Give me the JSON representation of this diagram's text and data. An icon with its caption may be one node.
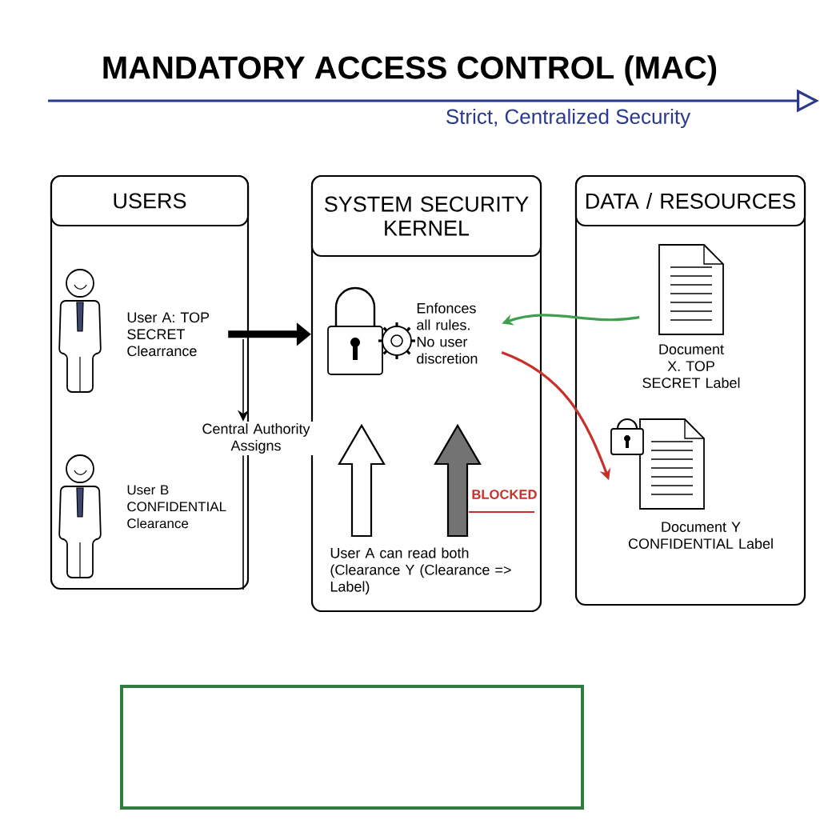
{
  "diagram": {
    "title": "MANDATORY ACCESS CONTROL (MAC)",
    "nodes": [
      {
        "text": [
          "USERS"
        ]
      },
      {
        "text": [
          "User A: TOP SECRET Clearrance"
        ],
        "in": 0
      },
      {
        "text": [
          "User B CONFIDENTIAL Clearance"
        ],
        "in": 0
      },
      {
        "text": [
          "Central Authority Assigns"
        ]
      },
      {
        "text": [
          "SYSTEM SECURITY KERNEL"
        ]
      },
      {
        "text": [
          "Enfonces all rules. No user discretion"
        ],
        "in": 4
      },
      {
        "text": [
          "DATA / RESOURCES"
        ]
      },
      {
        "text": [
          "Document X. TOP SECRET Label"
        ],
        "in": 6
      },
      {
        "text": [
          "Document Y CONFIDENTIAL Label"
        ],
        "in": 6
      },
      {
        "text": [],
        "shape": "box"
      }
    ],
    "edges": [
      {
        "from": 1,
        "to": 4,
        "arrow": "to",
        "style": "thick"
      },
      {
        "from": 0,
        "to": 3,
        "arrow": "to"
      },
      {
        "from": 3,
        "to": 0,
        "arrow": "none"
      },
      {
        "from": 7,
        "to": 5,
        "arrow": "to",
        "color": "#3f9f4f"
      },
      {
        "from": 5,
        "to": 8,
        "arrow": "to",
        "color": "#c8302a"
      }
    ],
    "labels": [
      "Strict, Centralized Security",
      "BLOCKED",
      "User A can read both (Clearance Y (Clearance => Label)"
    ]
  }
}
